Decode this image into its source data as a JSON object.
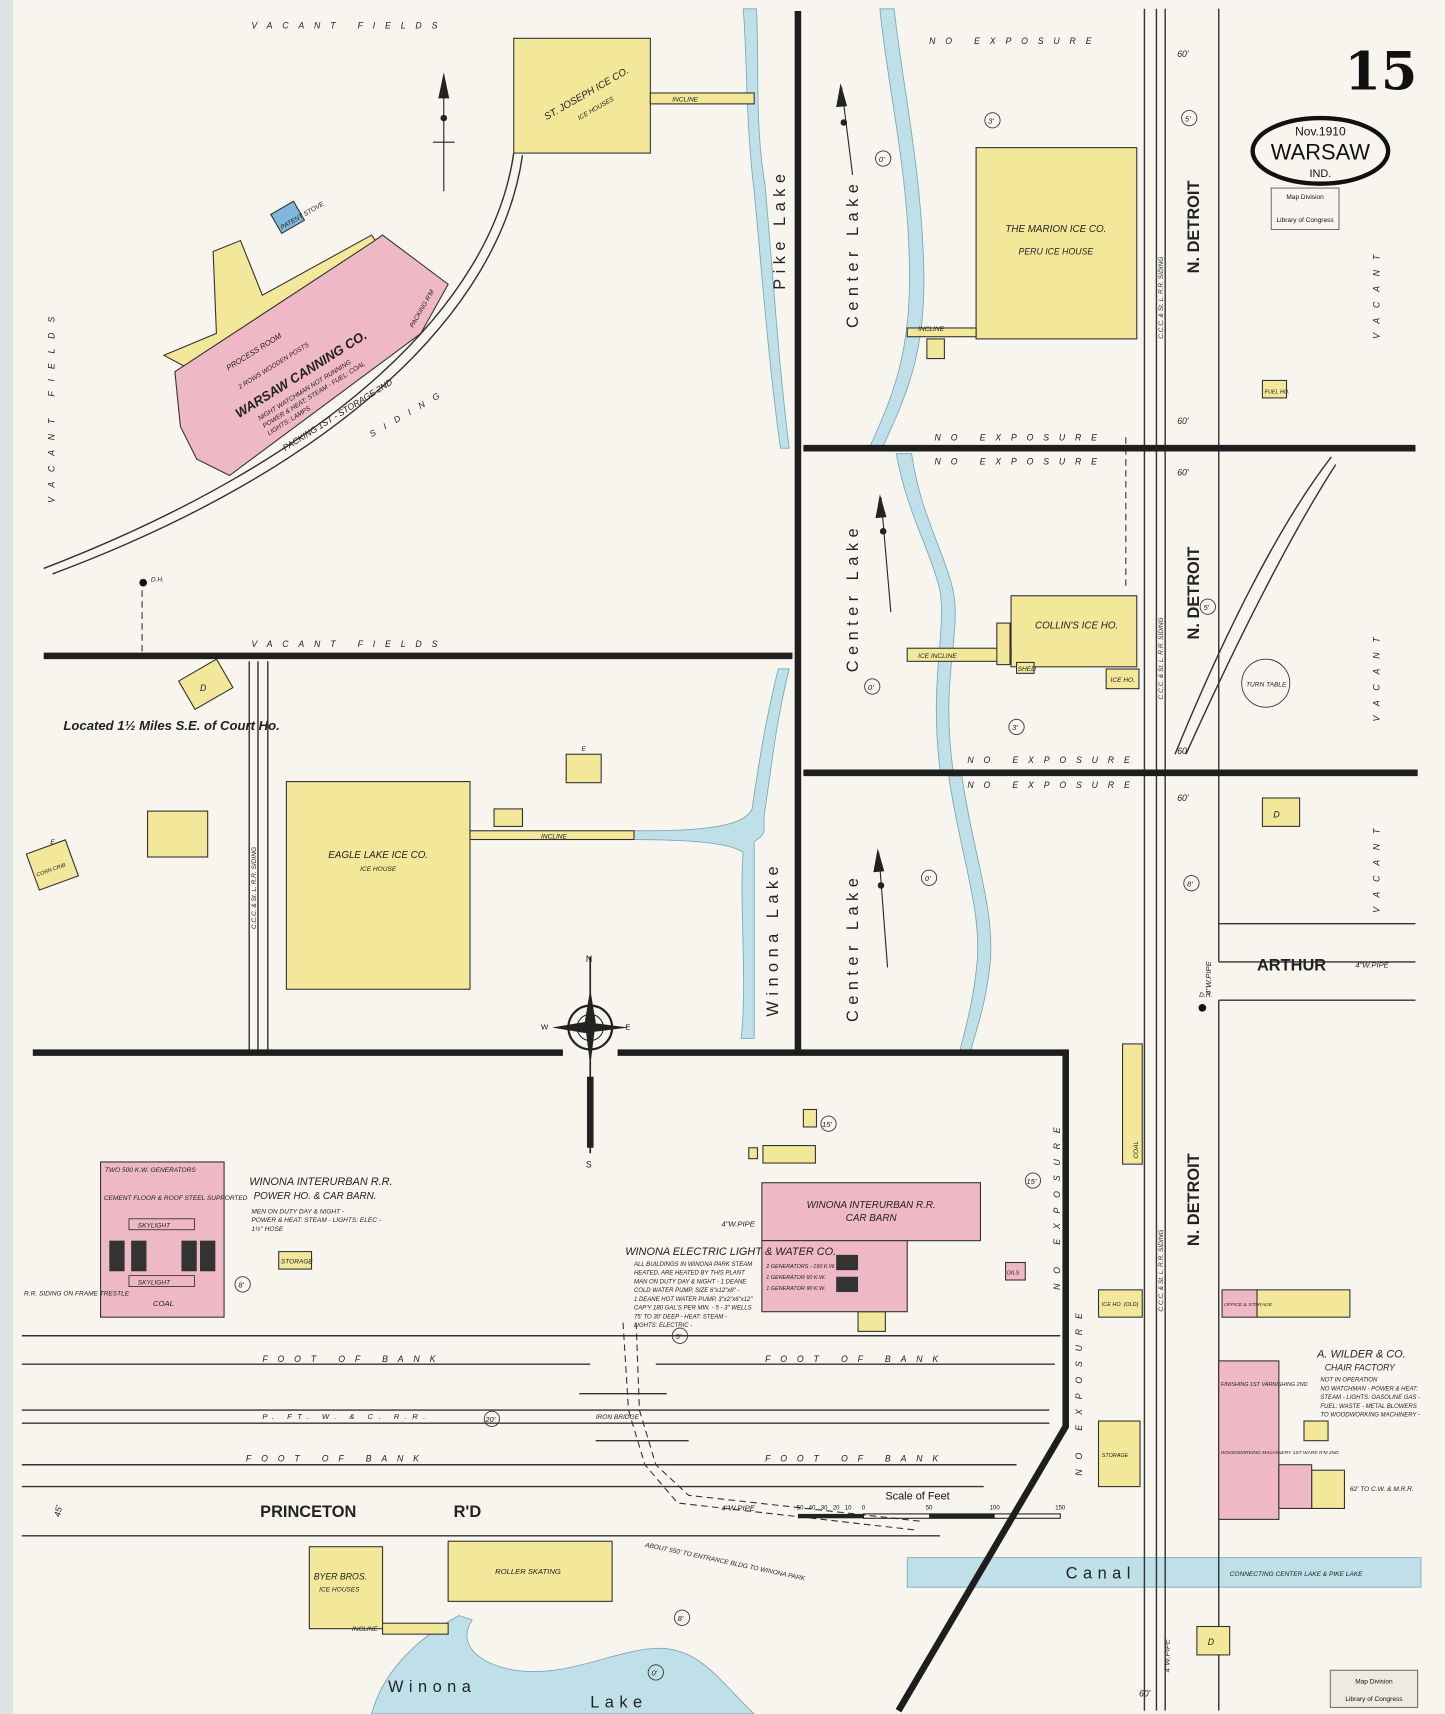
{
  "sheet": {
    "number": "15",
    "date": "Nov.1910",
    "city": "WARSAW",
    "state": "IND.",
    "stamp_top": [
      "Map Division",
      "Library of Congress"
    ],
    "stamp_bottom": [
      "Map Division",
      "Library of Congress"
    ]
  },
  "streets": {
    "n_detroit": "N. DETROIT",
    "arthur": "ARTHUR",
    "princeton": "PRINCETON",
    "road_suffix": "R'D",
    "canal": "Canal",
    "canal_note": "CONNECTING CENTER LAKE & PIKE LAKE"
  },
  "water": {
    "pike_lake": "Pike Lake",
    "center_lake": "Center Lake",
    "winona_lake": "Winona Lake",
    "winona_bottom_1": "Winona",
    "winona_bottom_2": "Lake"
  },
  "notes": {
    "vacant_fields": "VACANT FIELDS",
    "vacant": "VACANT",
    "no_exposure": "NO EXPOSURE",
    "located": "Located 1½ Miles S.E. of Court Ho.",
    "ccc_siding": "C.C.C. & St. L. R.R. SIDING",
    "siding": "SIDING",
    "foot_of_bank": "FOOT OF BANK",
    "railroad": "P. FT. W. & C. R.R.",
    "iron_bridge": "IRON BRIDGE",
    "rr_siding_trestle": "R.R. SIDING ON FRAME TRESTLE",
    "water_pipe": "4\"W.PIPE",
    "entrance_note": "ABOUT 550' TO ENTRANCE BLDG TO WINONA PARK",
    "turn_table": "TURN TABLE",
    "dh": "D.H.",
    "to_cwmrr": "62' TO C.W. & M.R.R.",
    "incline": "INCLINE",
    "ice_incline": "ICE INCLINE",
    "depth_60": "60'",
    "depth_0": "0'",
    "depth_3": "3'",
    "depth_5": "5'",
    "depth_8": "8'",
    "depth_15": "15'",
    "depth_20": "20'",
    "depth_45": "45'"
  },
  "buildings": {
    "st_joseph": {
      "name": "ST. JOSEPH ICE CO.",
      "sub": "ICE HOUSES"
    },
    "marion": {
      "name": "THE MARION ICE CO.",
      "sub": "PERU ICE HOUSE"
    },
    "collins": {
      "name": "COLLIN'S ICE HO.",
      "shed": "SHED",
      "ice_ho": "ICE HO."
    },
    "eagle_lake": {
      "name": "EAGLE LAKE ICE CO.",
      "sub": "ICE HOUSE"
    },
    "canning": {
      "name": "WARSAW CANNING CO.",
      "process_room": "PROCESS ROOM",
      "posts": "2 ROWS WOODEN POSTS",
      "details": [
        "NIGHT WATCHMAN NOT RUNNING",
        "POWER & HEAT: STEAM - FUEL: COAL",
        "LIGHTS: LAMPS"
      ],
      "packing": "PACKING 1ST - STORAGE 2ND",
      "packing_rm": "PACKING R'M",
      "patent_stove": "PATENT STOVE"
    },
    "power_house": {
      "name": "WINONA INTERURBAN R.R.",
      "sub": "POWER HO. & CAR BARN.",
      "details": [
        "MEN ON DUTY DAY & NIGHT -",
        "POWER & HEAT: STEAM - LIGHTS: ELEC -",
        "1½\" HOSE"
      ],
      "generators": "TWO 500 K.W. GENERATORS",
      "floor": "CEMENT FLOOR & ROOF STEEL SUPPORTED",
      "skylight": "SKYLIGHT",
      "coal": "COAL",
      "storage": "STORAGE"
    },
    "car_barn": {
      "name": "WINONA INTERURBAN R.R.",
      "sub": "CAR BARN"
    },
    "electric": {
      "name": "WINONA ELECTRIC LIGHT & WATER CO.",
      "details": [
        "ALL BUILDINGS IN WINONA PARK STEAM",
        "HEATED, ARE HEATED BY THIS PLANT",
        "MAN ON DUTY DAY & NIGHT - 1 DEANE",
        "COLD WATER PUMP, SIZE 6\"x12\"x8\" -",
        "1 DEANE HOT WATER PUMP, 3\"x2\"x6\"x12\"",
        "CAP'Y 180 GAL'S PER MIN. - 5 - 3\" WELLS",
        "75' TO 30' DEEP - HEAT: STEAM -",
        "LIGHTS: ELECTRIC -"
      ],
      "gens": [
        "2 GENERATORS - 150 K.W.",
        "1 GENERATOR 60 K.W.",
        "1 GENERATOR 90 K.W."
      ],
      "oils": "OILS"
    },
    "wilder": {
      "name": "A. WILDER & CO.",
      "sub": "CHAIR FACTORY",
      "details": [
        "NOT IN OPERATION",
        "NO WATCHMAN - POWER & HEAT:",
        "STEAM - LIGHTS: GASOLINE GAS -",
        "FUEL: WASTE - METAL BLOWERS",
        "TO WOODWORKING MACHINERY -"
      ],
      "office": "OFFICE & STORAGE",
      "finishing": "FINISHING 1ST VARNISHING 2ND",
      "woodworking": "WOODWORKING MACHINERY 1ST WARE R'M 2ND"
    },
    "coal": "COAL",
    "ice_ho_old": "ICE HO. (OLD)",
    "storage": "STORAGE",
    "corn_crib": "CORN CRIB",
    "byer": {
      "name": "BYER BROS.",
      "sub": "ICE HOUSES"
    },
    "roller_skating": "ROLLER SKATING",
    "fuel_ho": "FUEL HO.",
    "d": "D",
    "e": "E"
  },
  "compass": {
    "n": "N",
    "s": "S",
    "e": "E",
    "w": "W"
  },
  "scale": {
    "title": "Scale of Feet",
    "ticks": [
      "50",
      "40",
      "30",
      "20",
      "10",
      "0",
      "50",
      "100",
      "150"
    ]
  },
  "colors": {
    "frame": "#f3e89a",
    "brick": "#efb8c6",
    "stone": "#7fb7dd",
    "water": "#bfe0e8"
  }
}
